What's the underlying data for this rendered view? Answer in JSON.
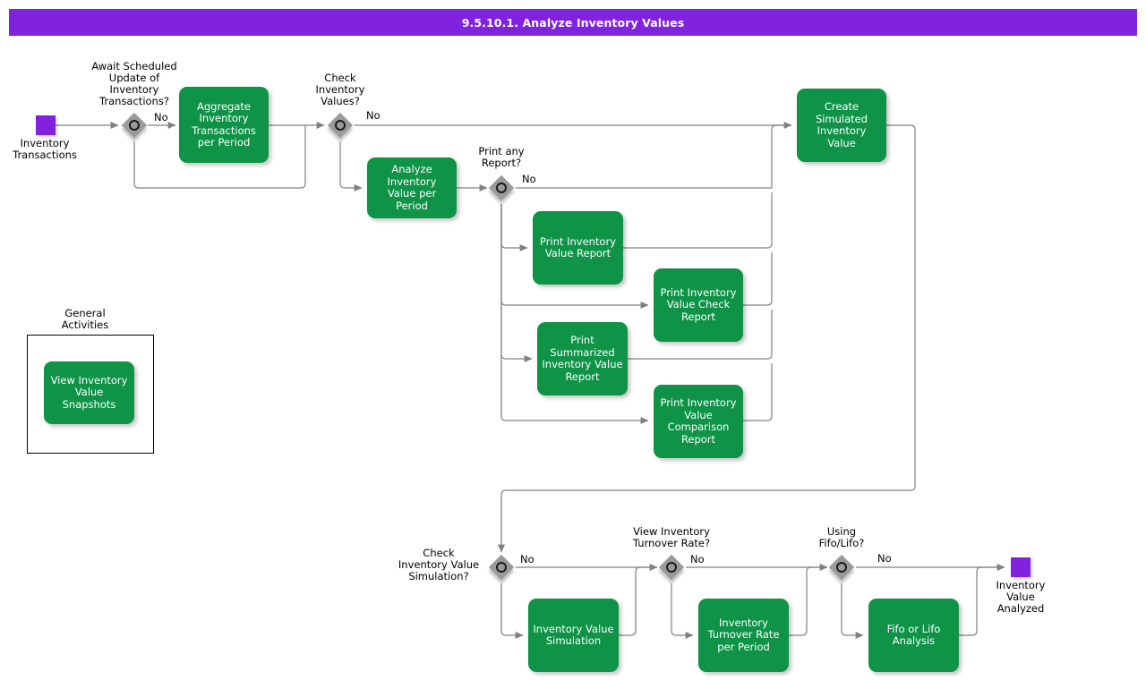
{
  "title": "9.5.10.1. Analyze Inventory Values",
  "colors": {
    "title_bar": "#8022DE",
    "task_green": "#0E9347",
    "event_purple": "#8022DE",
    "gateway_gray": "#9A9A9A",
    "connector": "#808080",
    "text_dark": "#000000",
    "task_text": "#FFFFFF"
  },
  "events": {
    "start": {
      "label": "Inventory\nTransactions"
    },
    "end": {
      "label": "Inventory\nValue\nAnalyzed"
    }
  },
  "gateways": [
    {
      "id": "gw-await-scheduled-update",
      "label": "Await Scheduled\nUpdate of\nInventory\nTransactions?",
      "branch_label": "No"
    },
    {
      "id": "gw-check-inventory-values",
      "label": "Check\nInventory\nValues?",
      "branch_label": "No"
    },
    {
      "id": "gw-print-any-report",
      "label": "Print any\nReport?",
      "branch_label": "No"
    },
    {
      "id": "gw-check-inventory-value-simulation",
      "label": "Check\nInventory Value\nSimulation?",
      "branch_label": "No"
    },
    {
      "id": "gw-view-inventory-turnover-rate",
      "label": "View Inventory\nTurnover Rate?",
      "branch_label": "No"
    },
    {
      "id": "gw-using-fifo-lifo",
      "label": "Using\nFifo/Lifo?",
      "branch_label": "No"
    }
  ],
  "tasks": [
    {
      "id": "task-aggregate-inventory-transactions-per-period",
      "label": "Aggregate\nInventory\nTransactions per\nPeriod"
    },
    {
      "id": "task-analyze-inventory-value-per-period",
      "label": "Analyze\nInventory Value\nper Period"
    },
    {
      "id": "task-print-inventory-value-report",
      "label": "Print Inventory\nValue Report"
    },
    {
      "id": "task-print-inventory-value-check-report",
      "label": "Print Inventory\nValue Check\nReport"
    },
    {
      "id": "task-print-summarized-inventory-value-report",
      "label": "Print\nSummarized\nInventory Value\nReport"
    },
    {
      "id": "task-print-inventory-value-comparison-report",
      "label": "Print Inventory\nValue\nComparison\nReport"
    },
    {
      "id": "task-create-simulated-inventory-value",
      "label": "Create\nSimulated\nInventory Value"
    },
    {
      "id": "task-inventory-value-simulation",
      "label": "Inventory\nValue\nSimulation"
    },
    {
      "id": "task-inventory-turnover-rate-per-period",
      "label": "Inventory\nTurnover Rate\nper Period"
    },
    {
      "id": "task-fifo-or-lifo-analysis",
      "label": "Fifo or Lifo\nAnalysis"
    }
  ],
  "groups": [
    {
      "id": "group-general-activities",
      "label": "General\nActivities",
      "tasks": [
        {
          "id": "task-view-inventory-value-snapshots",
          "label": "View Inventory\nValue Snapshots"
        }
      ]
    }
  ],
  "branch_labels": {
    "no": "No"
  }
}
